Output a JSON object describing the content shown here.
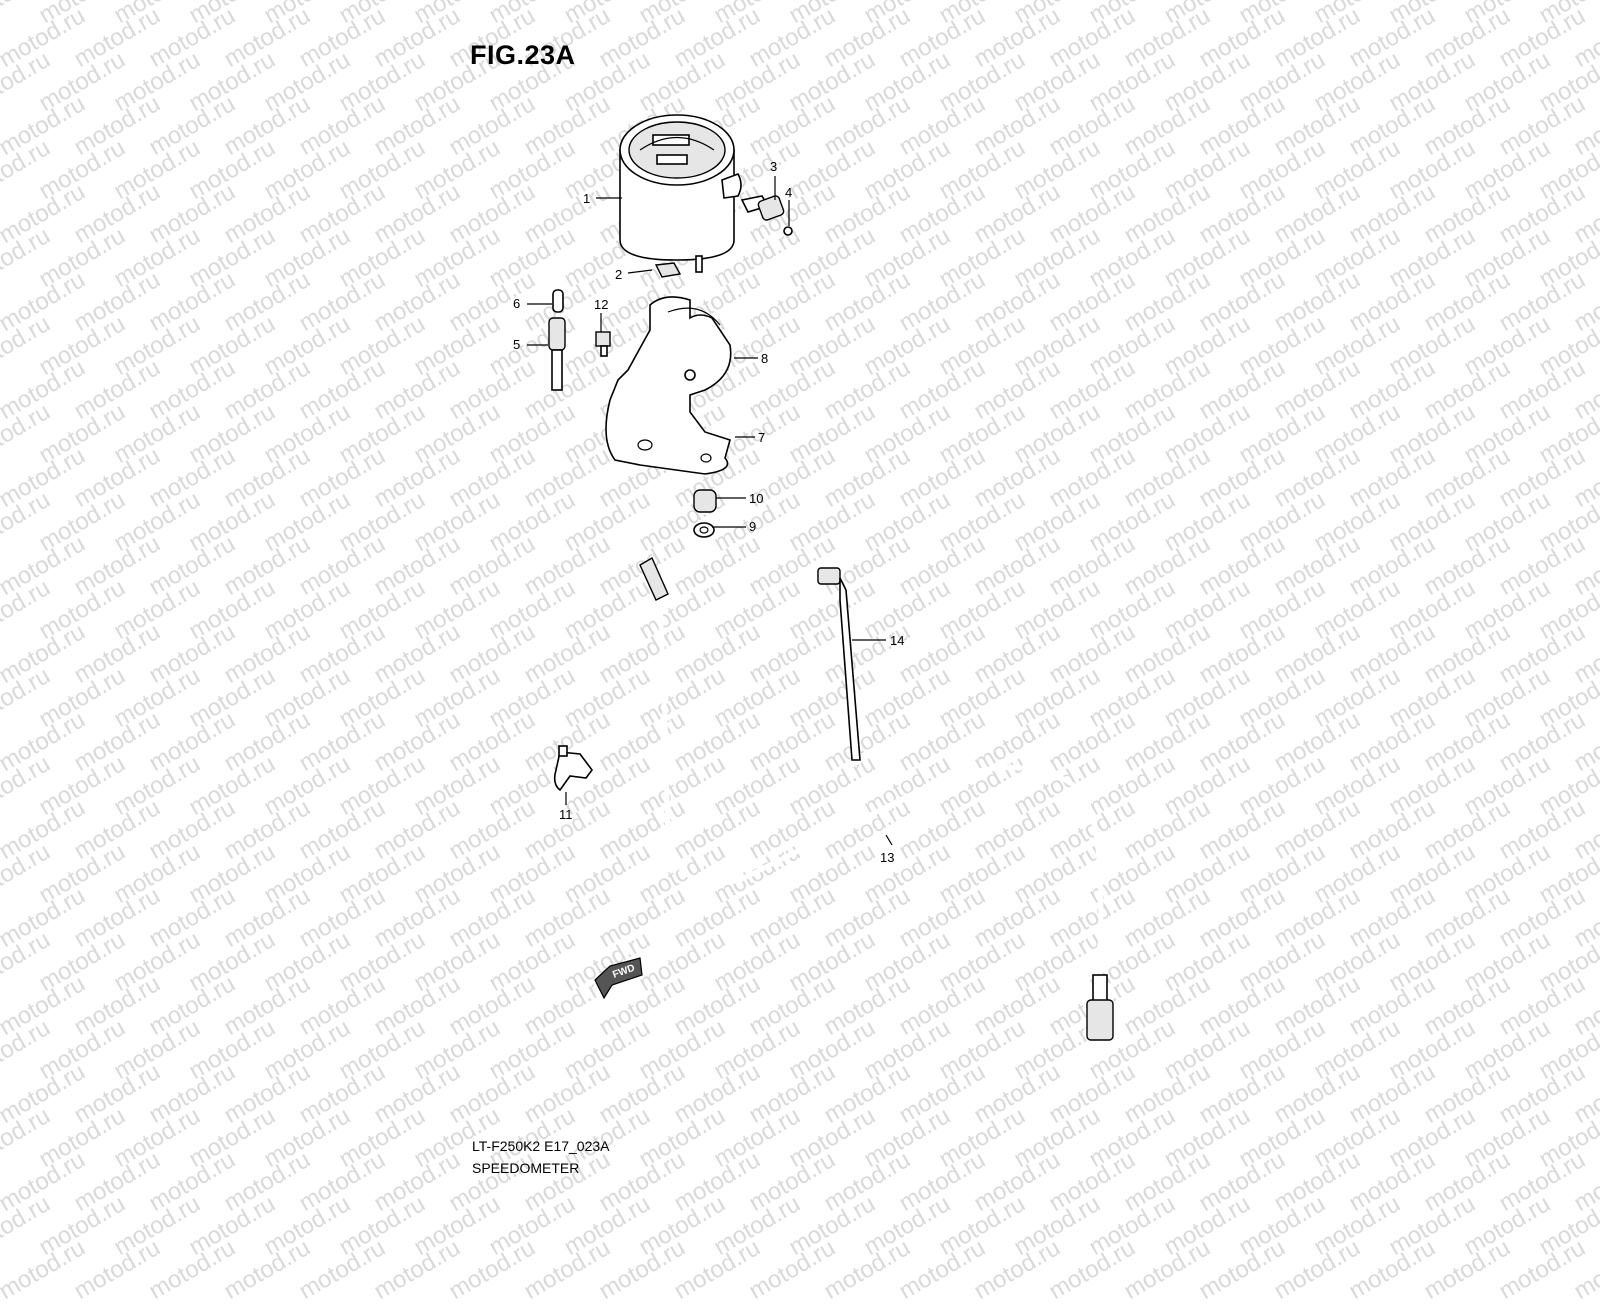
{
  "figure_label": "FIG.23A",
  "model_code": "LT-F250K2 E17_023A",
  "section_title": "SPEEDOMETER",
  "watermark_text": "motod.ru",
  "fwd_label": "FWD",
  "callouts": [
    {
      "id": "1"
    },
    {
      "id": "2"
    },
    {
      "id": "3"
    },
    {
      "id": "4"
    },
    {
      "id": "5"
    },
    {
      "id": "6"
    },
    {
      "id": "7"
    },
    {
      "id": "8"
    },
    {
      "id": "9"
    },
    {
      "id": "10"
    },
    {
      "id": "11"
    },
    {
      "id": "12"
    },
    {
      "id": "13"
    },
    {
      "id": "14"
    }
  ]
}
